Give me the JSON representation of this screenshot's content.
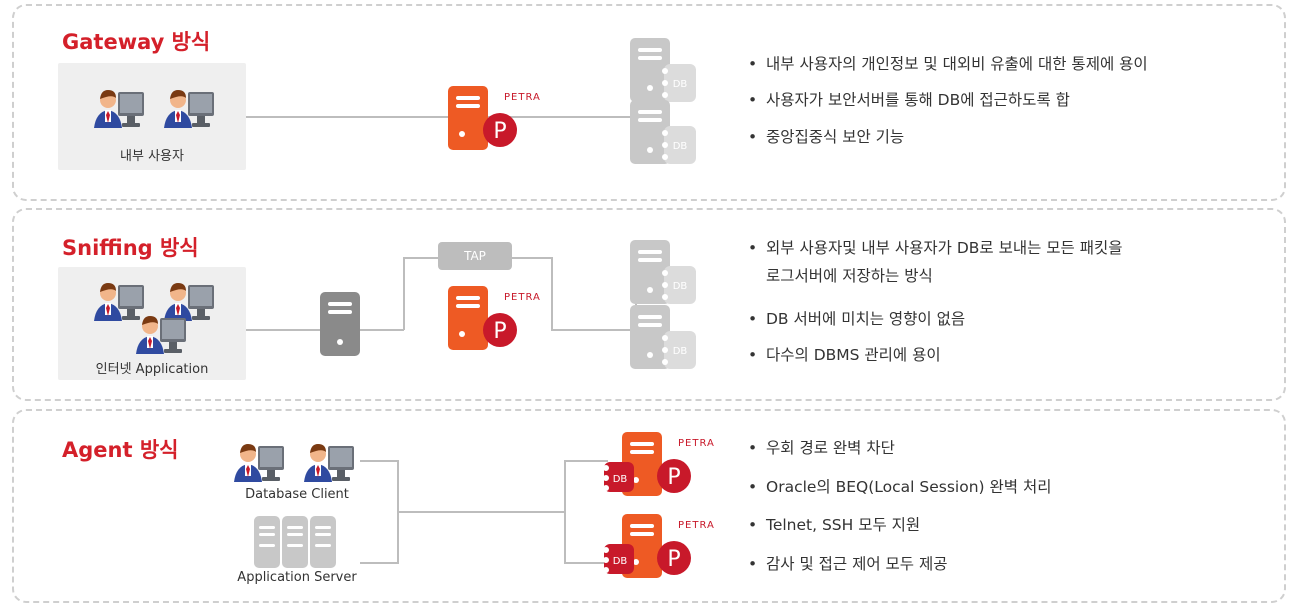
{
  "sections": [
    {
      "title": "Gateway 방식",
      "user_label": "내부 사용자",
      "bullets": [
        "내부 사용자의 개인정보 및 대외비 유출에 대한 통제에 용이",
        "사용자가 보안서버를 통해 DB에 접근하도록 합",
        "중앙집중식  보안 기능"
      ]
    },
    {
      "title": "Sniffing 방식",
      "user_label": "인터넷 Application",
      "tap_label": "TAP",
      "bullets": [
        "외부 사용자및  내부 사용자가 DB로 보내는 모든 패킷을",
        "로그서버에 저장하는 방식",
        "DB 서버에 미치는 영향이 없음",
        "다수의 DBMS 관리에 용이"
      ]
    },
    {
      "title": "Agent 방식",
      "client_label": "Database Client",
      "server_label": "Application Server",
      "bullets": [
        "우회 경로 완벽 차단",
        "Oracle의 BEQ(Local Session) 완벽 처리",
        "Telnet, SSH 모두 지원",
        "감사 및 접근 제어 모두 제공"
      ]
    }
  ],
  "bullet_mark": "•",
  "db_label": "DB",
  "petra_label": "PETRA",
  "petra_letter": "P",
  "colors": {
    "title": "#d4202a",
    "petra_orange": "#ee5a24",
    "petra_red": "#c8192a",
    "server_gray": "#c8c8c8"
  }
}
